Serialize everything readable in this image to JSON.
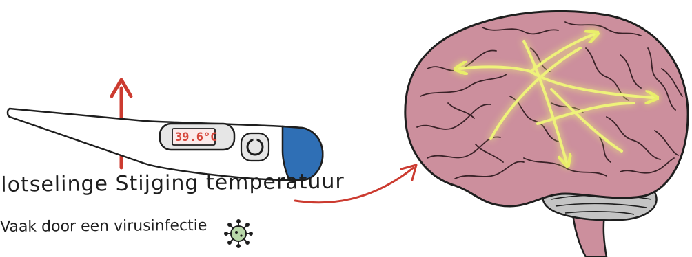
{
  "thermometer": {
    "reading": "39.6°C"
  },
  "captions": {
    "main": "Plotselinge Stijging temperatuur",
    "sub": "Vaak door een virusinfectie"
  },
  "icons": {
    "temperature_rise": "red-up-arrow-icon",
    "leads_to": "red-curved-arrow-icon",
    "virus": "virus-icon",
    "brain_activity": "glowing-arrows-icon"
  },
  "colors": {
    "arrow_red": "#cc3b30",
    "brain_pink": "#cc8f9d",
    "thermometer_blue": "#2f6fb5",
    "glow_yellow": "#f4f59a"
  }
}
